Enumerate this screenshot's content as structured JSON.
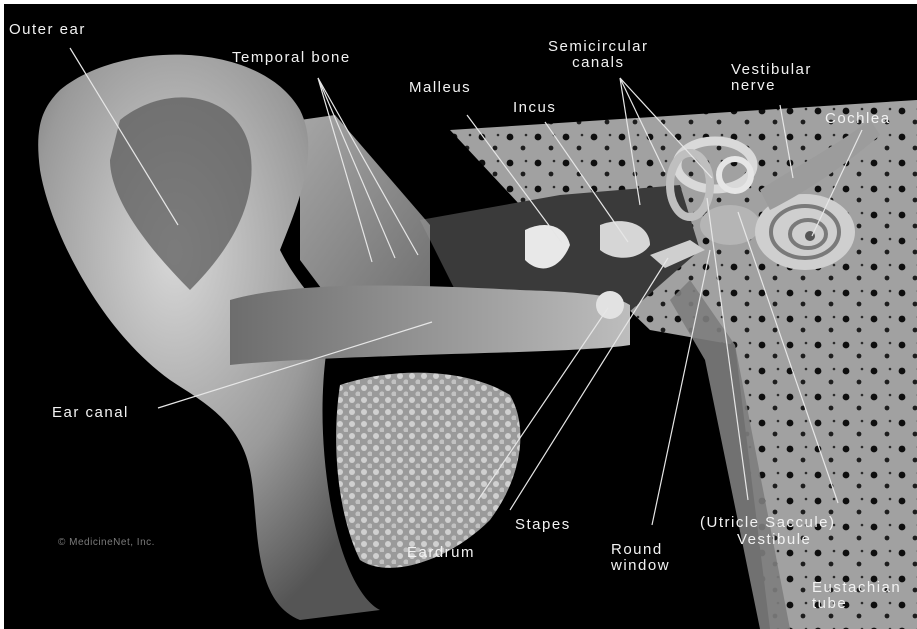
{
  "labels": {
    "outer_ear": "Outer ear",
    "temporal_bone": "Temporal bone",
    "malleus": "Malleus",
    "incus": "Incus",
    "semicircular_canals": "Semicircular\ncanals",
    "vestibular_nerve": "Vestibular\nnerve",
    "cochlea": "Cochlea",
    "ear_canal": "Ear canal",
    "eardrum": "Eardrum",
    "stapes": "Stapes",
    "round_window": "Round\nwindow",
    "utricle_saccule": "(Utricle  Saccule)",
    "vestibule": "Vestibule",
    "eustachian_tube": "Eustachian\ntube"
  },
  "credit": "© MedicineNet, Inc.",
  "colors": {
    "background": "#000000",
    "label_text": "#f2f2f2",
    "leader_line": "#e6e6e6"
  }
}
